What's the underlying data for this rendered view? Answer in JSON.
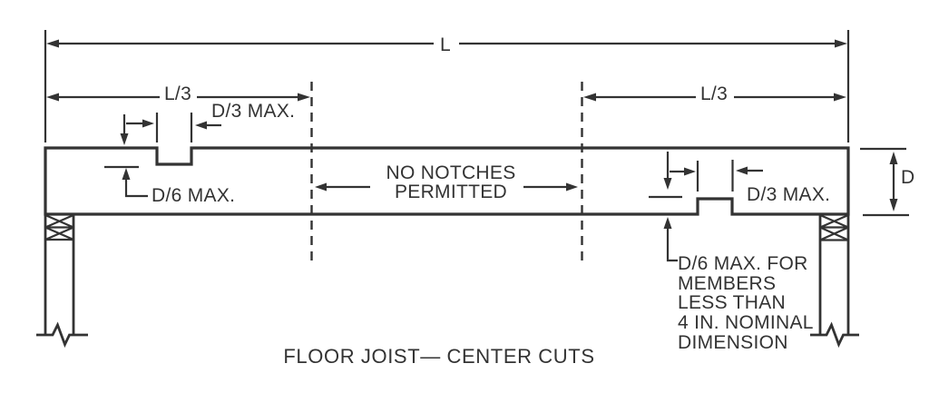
{
  "diagram": {
    "caption": "FLOOR JOIST— CENTER CUTS",
    "colors": {
      "ink": "#333333",
      "background": "#ffffff"
    },
    "dimensions": {
      "total_span_label": "L",
      "left_third_label": "L/3",
      "right_third_label": "L/3",
      "joist_depth_label": "D"
    },
    "left_notch": {
      "width_label": "D/3 MAX.",
      "depth_label": "D/6 MAX."
    },
    "center_zone": {
      "no_notches_line1": "NO NOTCHES",
      "no_notches_line2": "PERMITTED"
    },
    "right_notch": {
      "width_label": "D/3 MAX.",
      "depth_note_lines": [
        "D/6 MAX. FOR",
        "MEMBERS",
        "LESS THAN",
        "4 IN. NOMINAL",
        "DIMENSION"
      ]
    }
  }
}
